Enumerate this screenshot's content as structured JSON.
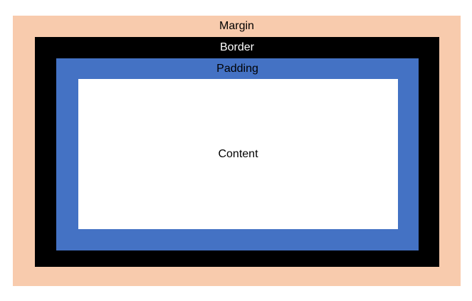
{
  "diagram": {
    "background": "#FFFFFF",
    "layers": [
      {
        "label": "Margin",
        "fill": "#F8CBAD",
        "text_color": "#000000"
      },
      {
        "label": "Border",
        "fill": "#000000",
        "text_color": "#FFFFFF"
      },
      {
        "label": "Padding",
        "fill": "#4472C4",
        "text_color": "#000000"
      },
      {
        "label": "Content",
        "fill": "#FFFFFF",
        "text_color": "#000000"
      }
    ]
  }
}
